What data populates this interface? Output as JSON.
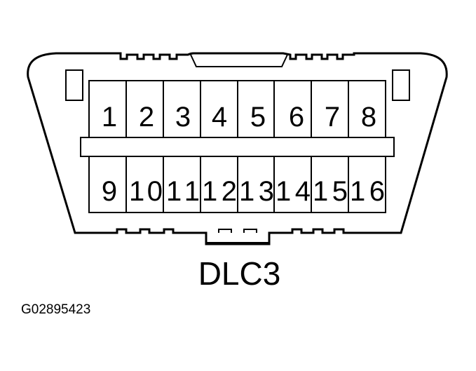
{
  "diagram": {
    "title": "DLC3",
    "figure_id": "G02895423",
    "connector": {
      "type": "16-pin diagnostic link connector",
      "top_row_pins": [
        "1",
        "2",
        "3",
        "4",
        "5",
        "6",
        "7",
        "8"
      ],
      "bottom_row_pins": [
        "9",
        "10",
        "11",
        "12",
        "13",
        "14",
        "15",
        "16"
      ]
    },
    "colors": {
      "line": "#000000",
      "background": "#ffffff"
    }
  }
}
